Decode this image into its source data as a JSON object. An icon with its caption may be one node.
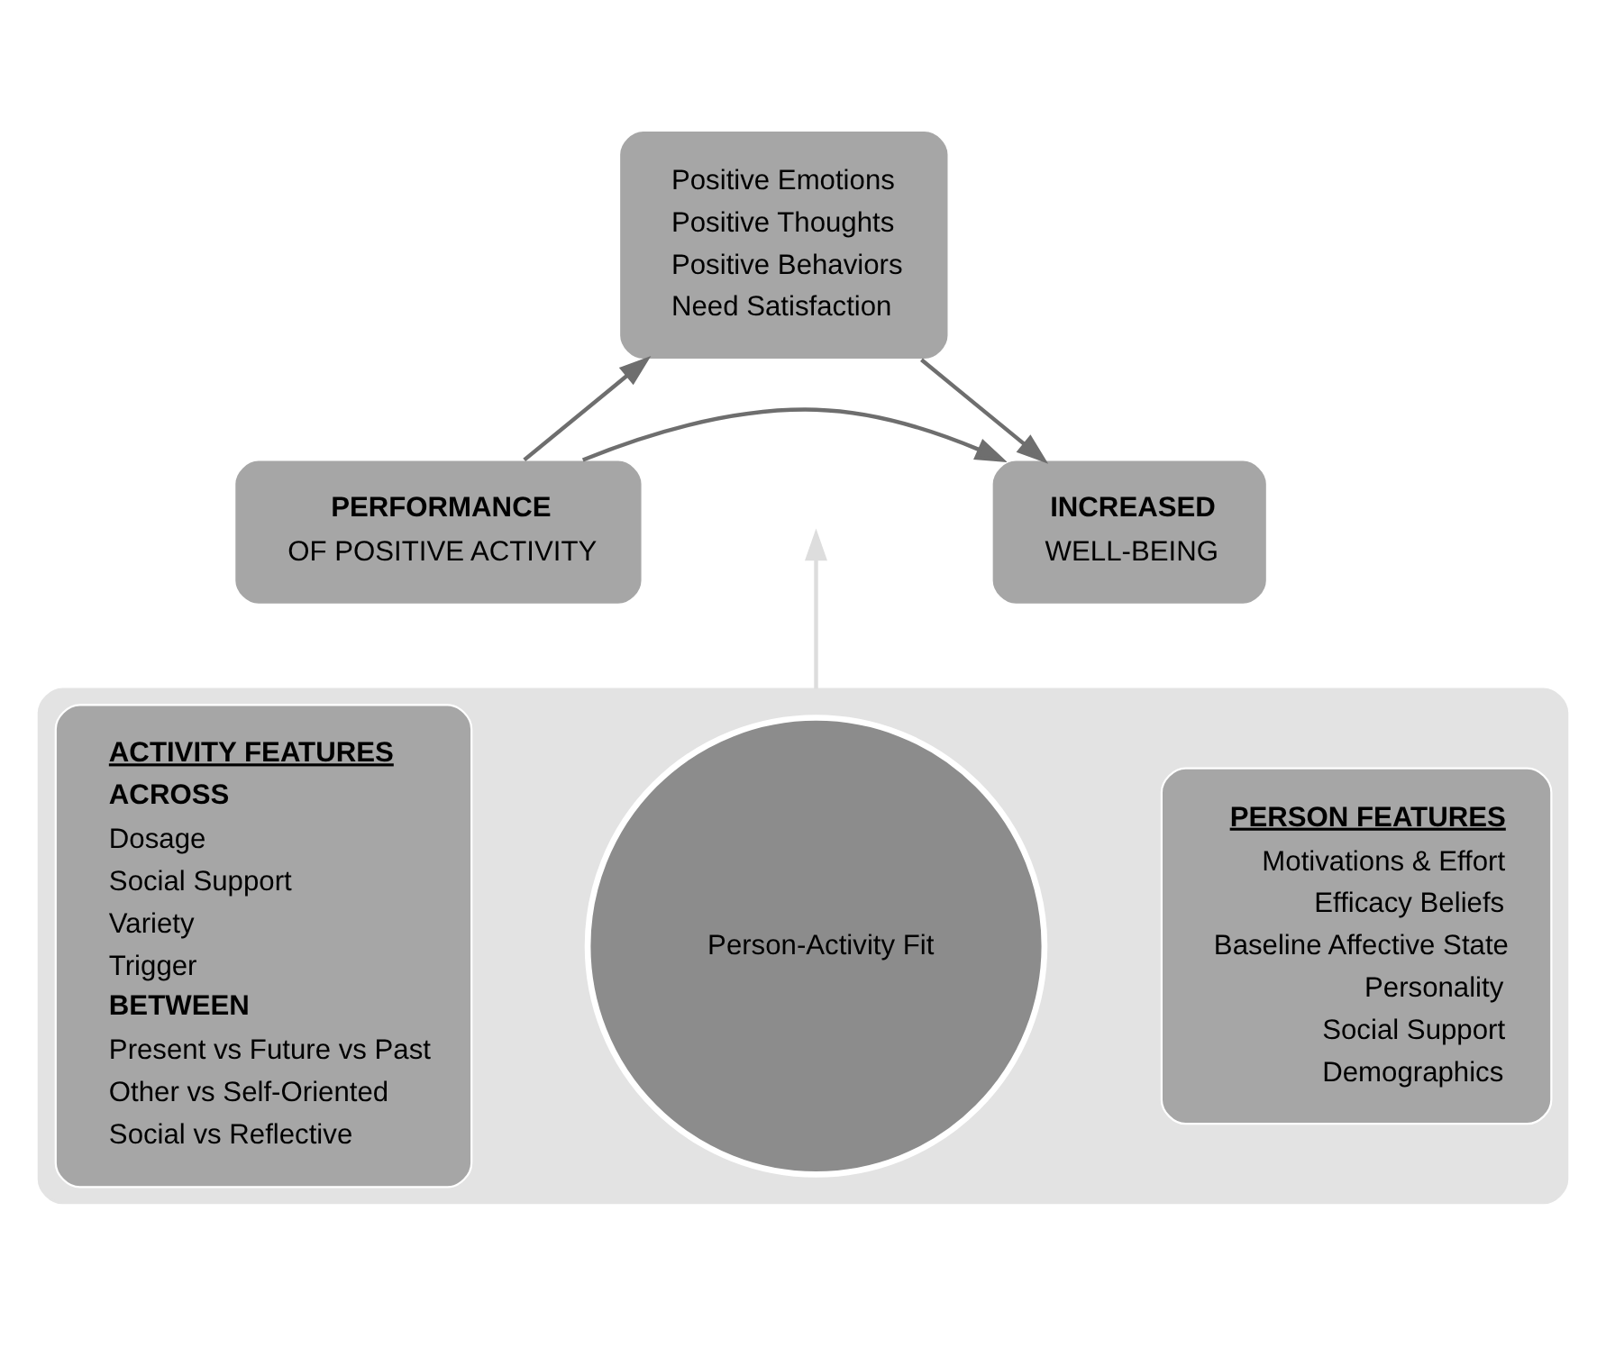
{
  "diagram": {
    "nodes": [
      {
        "text": [
          "PERFORMANCE",
          "OF POSITIVE ACTIVITY"
        ]
      },
      {
        "text": [
          "Positive Emotions",
          "Positive Thoughts",
          "Positive Behaviors",
          "Need Satisfaction"
        ]
      },
      {
        "text": [
          "INCREASED",
          "WELL-BEING"
        ]
      },
      {
        "text": [],
        "shape": "box"
      },
      {
        "text": [
          "ACTIVITY FEATURES",
          "ACROSS",
          "Dosage",
          "Social Support",
          "Variety",
          "Trigger",
          "BETWEEN",
          "Present vs Future vs Past",
          "Other vs Self-Oriented",
          "Social vs Reflective"
        ],
        "in": 3
      },
      {
        "text": [
          "PERSON FEATURES",
          "Motivations & Effort",
          "Efficacy Beliefs",
          "Baseline Affective State",
          "Personality",
          "Social Support",
          "Demographics"
        ],
        "in": 3
      },
      {
        "text": [
          "Person-Activity Fit"
        ],
        "in": 3
      }
    ],
    "edges": [
      {
        "from": 0,
        "to": 1,
        "arrow": "to"
      },
      {
        "from": 1,
        "to": 2,
        "arrow": "to"
      },
      {
        "from": 0,
        "to": 2,
        "arrow": "to"
      },
      {
        "from": 3,
        "to": null,
        "arrow": "to",
        "color": "#dddddd"
      }
    ]
  }
}
